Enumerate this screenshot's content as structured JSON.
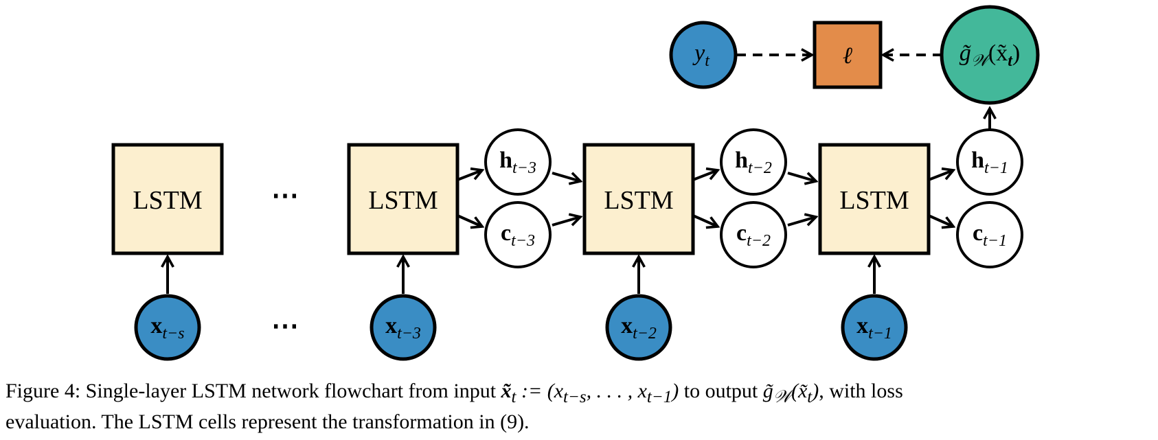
{
  "colors": {
    "lstm_fill": "#fcefcf",
    "input_fill": "#3a8dc4",
    "target_fill": "#3a8dc4",
    "loss_fill": "#e38c4a",
    "output_fill": "#43b89a",
    "state_fill": "#ffffff",
    "stroke": "#000000"
  },
  "lstm_cells": [
    {
      "label": "LSTM"
    },
    {
      "label": "LSTM"
    },
    {
      "label": "LSTM"
    },
    {
      "label": "LSTM"
    }
  ],
  "ellipsis": "⋯",
  "inputs": [
    {
      "base": "x",
      "sub": "t−s"
    },
    {
      "base": "x",
      "sub": "t−3"
    },
    {
      "base": "x",
      "sub": "t−2"
    },
    {
      "base": "x",
      "sub": "t−1"
    }
  ],
  "hidden_states": [
    {
      "base": "h",
      "sub": "t−3"
    },
    {
      "base": "h",
      "sub": "t−2"
    },
    {
      "base": "h",
      "sub": "t−1"
    }
  ],
  "cell_states": [
    {
      "base": "c",
      "sub": "t−3"
    },
    {
      "base": "c",
      "sub": "t−2"
    },
    {
      "base": "c",
      "sub": "t−1"
    }
  ],
  "target": {
    "base": "y",
    "sub": "t"
  },
  "loss": {
    "label": "ℓ"
  },
  "output": {
    "label": "g̃",
    "sub": "𝒲",
    "arg": "(x̃",
    "arg_sub": "t",
    "close": ")"
  },
  "caption": {
    "prefix": "Figure 4: Single-layer LSTM network flowchart from input ",
    "input_expr": "x̃",
    "input_sub": "t",
    "assign": " := (x",
    "assign_sub1": "t−s",
    "mid": ", . . . , x",
    "assign_sub2": "t−1",
    "close1": ")",
    "to_output": " to output ",
    "output_expr": "g̃",
    "output_sub": "𝒲",
    "output_arg": "(x̃",
    "output_arg_sub": "t",
    "close2": ")",
    "suffix_line1": ", with loss",
    "line2": "evaluation. The LSTM cells represent the transformation in (9)."
  }
}
